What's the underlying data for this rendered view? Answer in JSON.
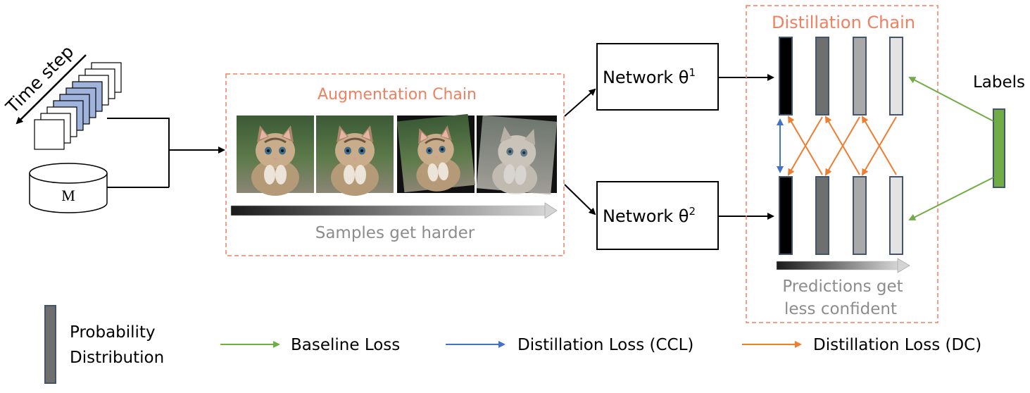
{
  "memory": {
    "time_label": "Time step",
    "buffer_label": "M"
  },
  "augmentation": {
    "title": "Augmentation Chain",
    "caption": "Samples get harder",
    "images": [
      "kitten-original",
      "kitten-flipped",
      "kitten-rotated",
      "kitten-color-jittered"
    ]
  },
  "networks": [
    {
      "label": "Network θ",
      "superscript": "1"
    },
    {
      "label": "Network θ",
      "superscript": "2"
    }
  ],
  "distillation": {
    "title": "Distillation Chain",
    "caption_line1": "Predictions get",
    "caption_line2": "less confident",
    "bar_fills": [
      "#000000",
      "#6f6f6f",
      "#a9a9a9",
      "#e3e3e3"
    ]
  },
  "labels_title": "Labels",
  "legend": {
    "prob_line1": "Probability",
    "prob_line2": "Distribution",
    "baseline": "Baseline Loss",
    "ccl": "Distillation Loss (CCL)",
    "dc": "Distillation Loss (DC)"
  },
  "colors": {
    "accent": "#f08060",
    "baseline": "#70ad47",
    "ccl": "#4472c4",
    "dc": "#ed7d31",
    "bar_border": "#44546a",
    "frame_blue": "#9fb3dc",
    "label_green": "#70ad47",
    "caption_gray": "#8c8c8c"
  }
}
